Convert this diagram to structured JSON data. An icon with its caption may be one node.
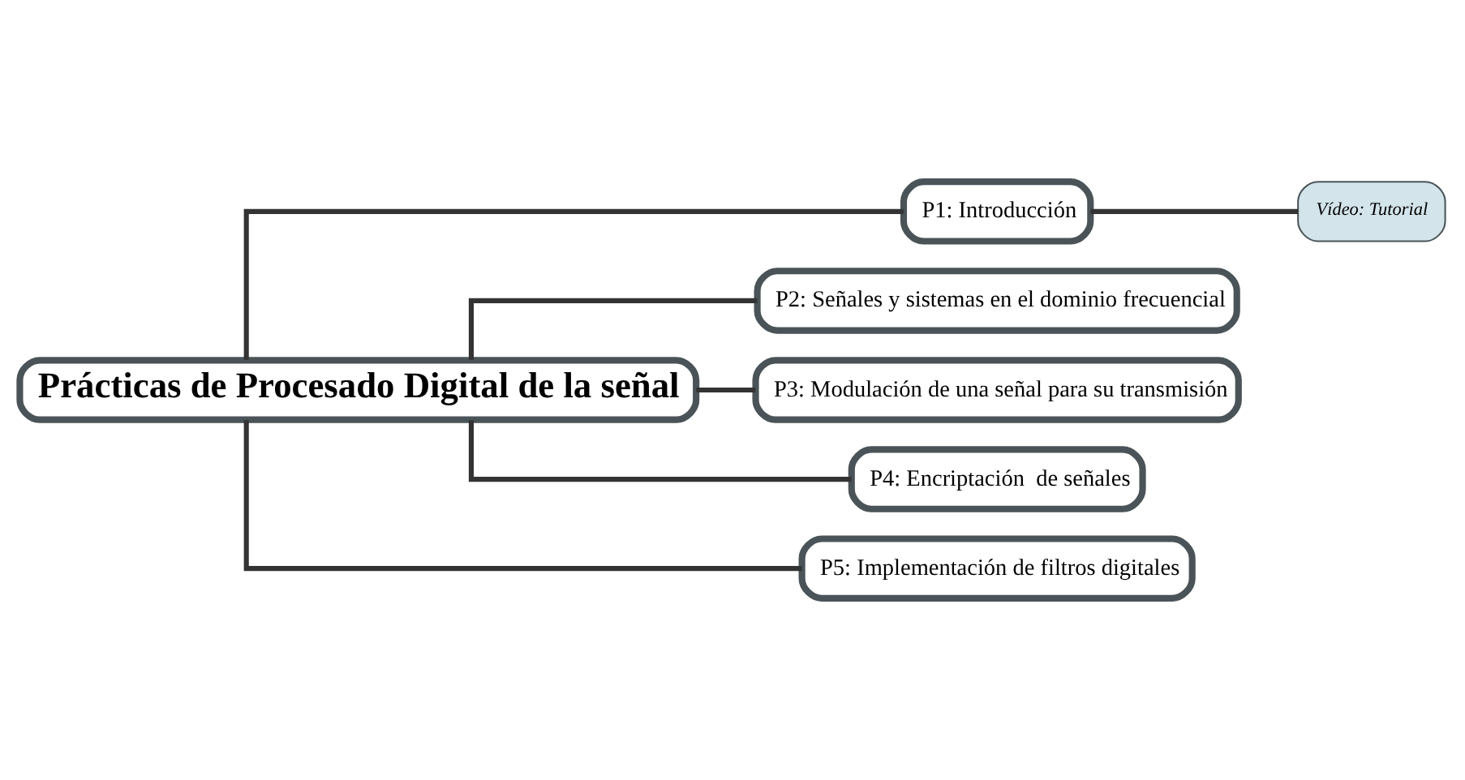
{
  "diagram": {
    "nodes": [
      {
        "text": [
          "Prácticas de Procesado Digital de la señal"
        ]
      },
      {
        "text": [
          "P1: Introducción"
        ]
      },
      {
        "text": [
          "Vídeo: Tutorial"
        ]
      },
      {
        "text": [
          "P2: Señales y sistemas en el dominio frecuencial"
        ]
      },
      {
        "text": [
          "P3: Modulación de una señal para su transmisión"
        ]
      },
      {
        "text": [
          "P4: Encriptación  de señales"
        ]
      },
      {
        "text": [
          "P5: Implementación de filtros digitales"
        ]
      }
    ],
    "edges": [
      {
        "from": 0,
        "to": 1,
        "arrow": "none"
      },
      {
        "from": 1,
        "to": 2,
        "arrow": "none"
      },
      {
        "from": 0,
        "to": 3,
        "arrow": "none"
      },
      {
        "from": 0,
        "to": 4,
        "arrow": "none"
      },
      {
        "from": 0,
        "to": 5,
        "arrow": "none"
      },
      {
        "from": 0,
        "to": 6,
        "arrow": "none"
      }
    ]
  }
}
